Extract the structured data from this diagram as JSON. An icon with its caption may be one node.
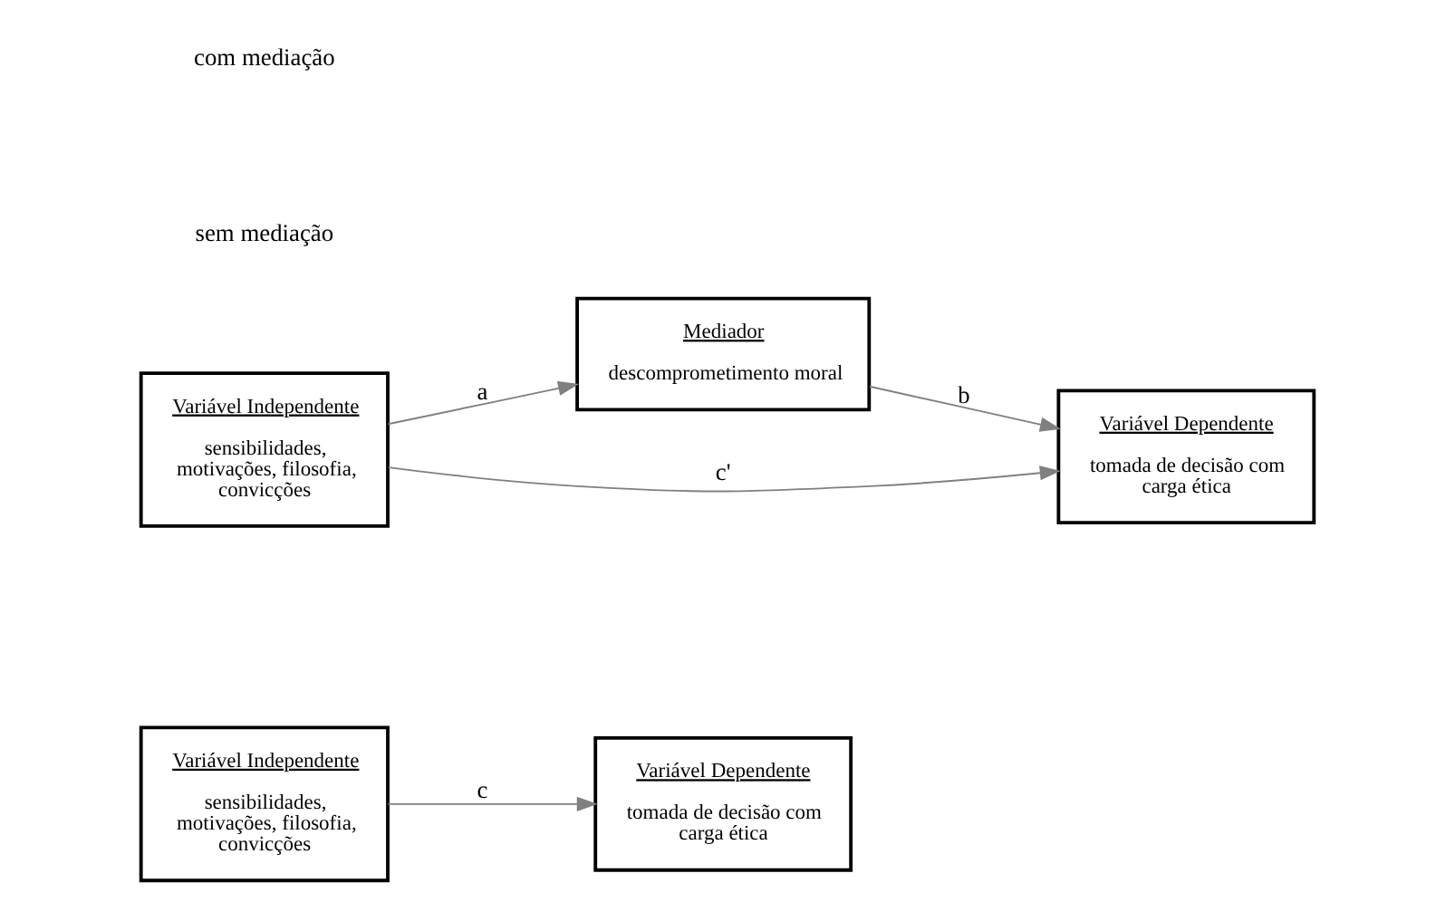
{
  "diagram": {
    "nodes": [
      {
        "text": [
          "Variável Independente",
          "sensibilidades, motivações, filosofia, convicções"
        ]
      },
      {
        "text": [
          "Variável Dependente",
          "tomada de decisão com carga ética"
        ]
      },
      {
        "text": [
          "Mediador",
          "descomprometimento moral"
        ]
      },
      {
        "text": [
          "Variável Independente",
          "sensibilidades, motivações, filosofia, convicções"
        ]
      },
      {
        "text": [
          "Variável Dependente",
          "tomada de decisão com carga ética"
        ]
      }
    ],
    "edges": [
      {
        "from": 0,
        "to": 1,
        "arrow": "to",
        "label": "c"
      },
      {
        "from": 3,
        "to": 2,
        "arrow": "to",
        "label": "a"
      },
      {
        "from": 2,
        "to": 4,
        "arrow": "to",
        "label": "b"
      },
      {
        "from": 3,
        "to": 4,
        "arrow": "to",
        "label": "c'"
      }
    ],
    "labels": [
      "sem mediação",
      "com mediação"
    ]
  }
}
